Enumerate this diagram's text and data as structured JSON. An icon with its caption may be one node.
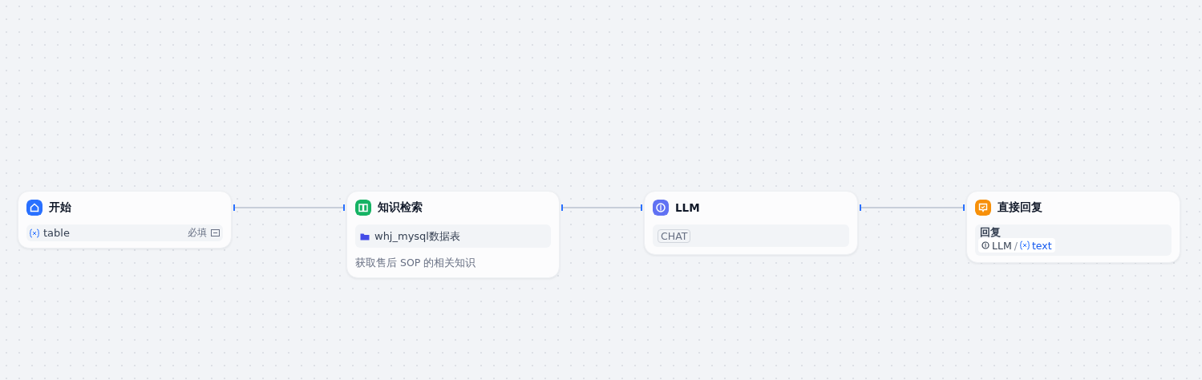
{
  "diagram": {
    "nodes": [
      {
        "text": [
          "开始",
          "table",
          "必填"
        ]
      },
      {
        "text": [
          "知识检索",
          "whj_mysql数据表",
          "获取售后 SOP 的相关知识"
        ]
      },
      {
        "text": [
          "LLM",
          "CHAT"
        ]
      },
      {
        "text": [
          "直接回复",
          "回复",
          "LLM",
          "/",
          "text"
        ]
      }
    ],
    "edges": [
      {
        "from": 0,
        "to": 1,
        "arrow": "other"
      },
      {
        "from": 1,
        "to": 2,
        "arrow": "other"
      },
      {
        "from": 2,
        "to": 3,
        "arrow": "other"
      }
    ]
  }
}
